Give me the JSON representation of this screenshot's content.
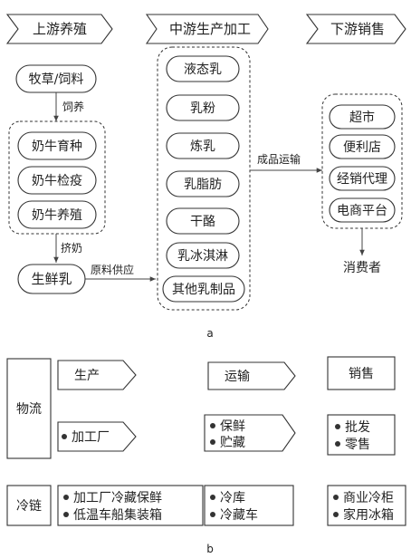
{
  "figure_a": {
    "stages": {
      "upstream": "上游养殖",
      "midstream": "中游生产加工",
      "downstream": "下游销售"
    },
    "upstream": {
      "top": "牧草/饲料",
      "feed_label": "饲养",
      "group": [
        "奶牛育种",
        "奶牛检疫",
        "奶牛养殖"
      ],
      "milk_label": "挤奶",
      "bottom": "生鲜乳",
      "supply_label": "原料供应"
    },
    "midstream": {
      "products": [
        "液态乳",
        "乳粉",
        "炼乳",
        "乳脂肪",
        "干酪",
        "乳冰淇淋",
        "其他乳制品"
      ],
      "transport_label": "成品运输"
    },
    "downstream": {
      "channels": [
        "超市",
        "便利店",
        "经销代理",
        "电商平台"
      ],
      "consumer": "消费者"
    },
    "caption": "a"
  },
  "figure_b": {
    "logistics": "物流",
    "coldchain": "冷链",
    "production_tag": "生产",
    "transport_tag": "运输",
    "sales_tag": "销售",
    "production_item": "加工厂",
    "transport_items": [
      "保鲜",
      "贮藏"
    ],
    "sales_items": [
      "批发",
      "零售"
    ],
    "cold_production": [
      "加工厂冷藏保鲜",
      "低温车船集装箱"
    ],
    "cold_transport": [
      "冷库",
      "冷藏车"
    ],
    "cold_sales": [
      "商业冷柜",
      "家用冰箱"
    ],
    "caption": "b"
  }
}
